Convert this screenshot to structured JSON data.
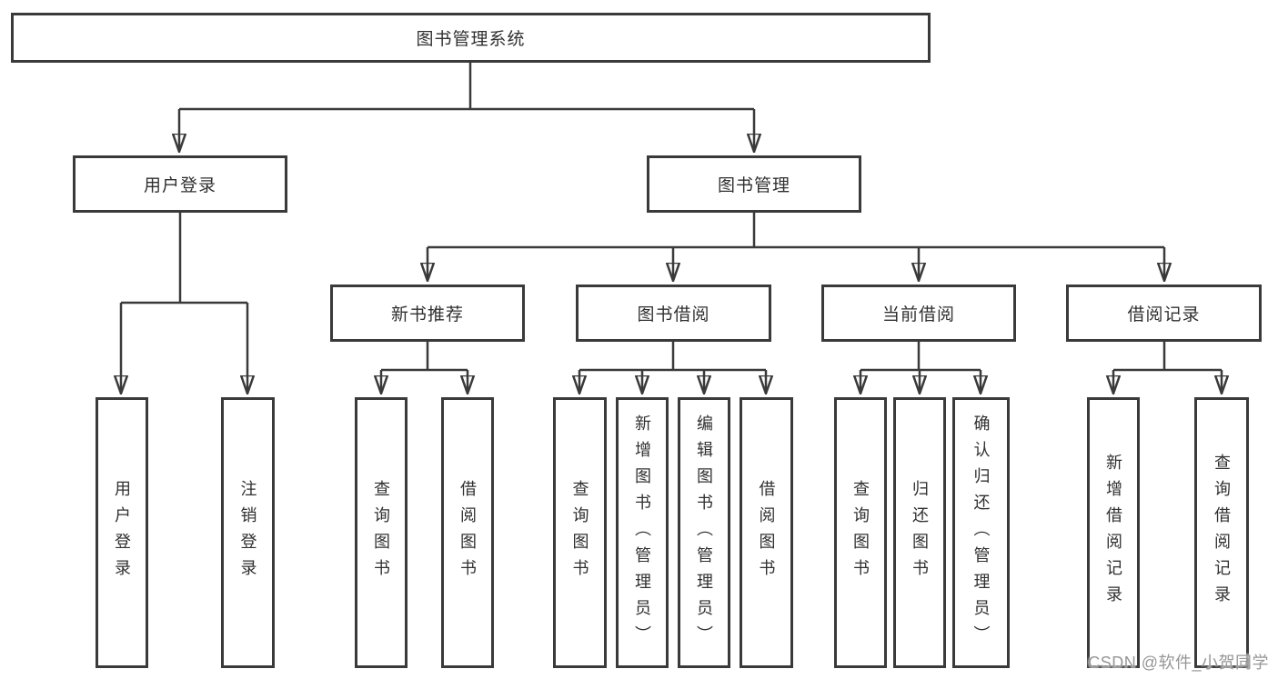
{
  "diagram": {
    "root": {
      "label": "图书管理系统"
    },
    "level2": {
      "user_login": {
        "label": "用户登录"
      },
      "book_mgmt": {
        "label": "图书管理"
      }
    },
    "level3": {
      "new_books": {
        "label": "新书推荐"
      },
      "book_borrow": {
        "label": "图书借阅"
      },
      "current_borrow": {
        "label": "当前借阅"
      },
      "borrow_records": {
        "label": "借阅记录"
      }
    },
    "leaves": {
      "user_login": {
        "label": "用户登录"
      },
      "logout": {
        "label": "注销登录"
      },
      "nb_query": {
        "label": "查询图书"
      },
      "nb_borrow": {
        "label": "借阅图书"
      },
      "bb_query": {
        "label": "查询图书"
      },
      "bb_add": {
        "label": "新增图书（管理员）"
      },
      "bb_edit": {
        "label": "编辑图书（管理员）"
      },
      "bb_borrow": {
        "label": "借阅图书"
      },
      "cb_query": {
        "label": "查询图书"
      },
      "cb_return": {
        "label": "归还图书"
      },
      "cb_confirm": {
        "label": "确认归还（管理员）"
      },
      "br_add": {
        "label": "新增借阅记录"
      },
      "br_query": {
        "label": "查询借阅记录"
      }
    }
  },
  "watermark": {
    "text": "CSDN @软件_小贺同学"
  },
  "colors": {
    "line": "#3a3a3a",
    "text": "#303030",
    "box_fill": "#ffffff",
    "background": "#ffffff",
    "watermark": "#969696"
  }
}
